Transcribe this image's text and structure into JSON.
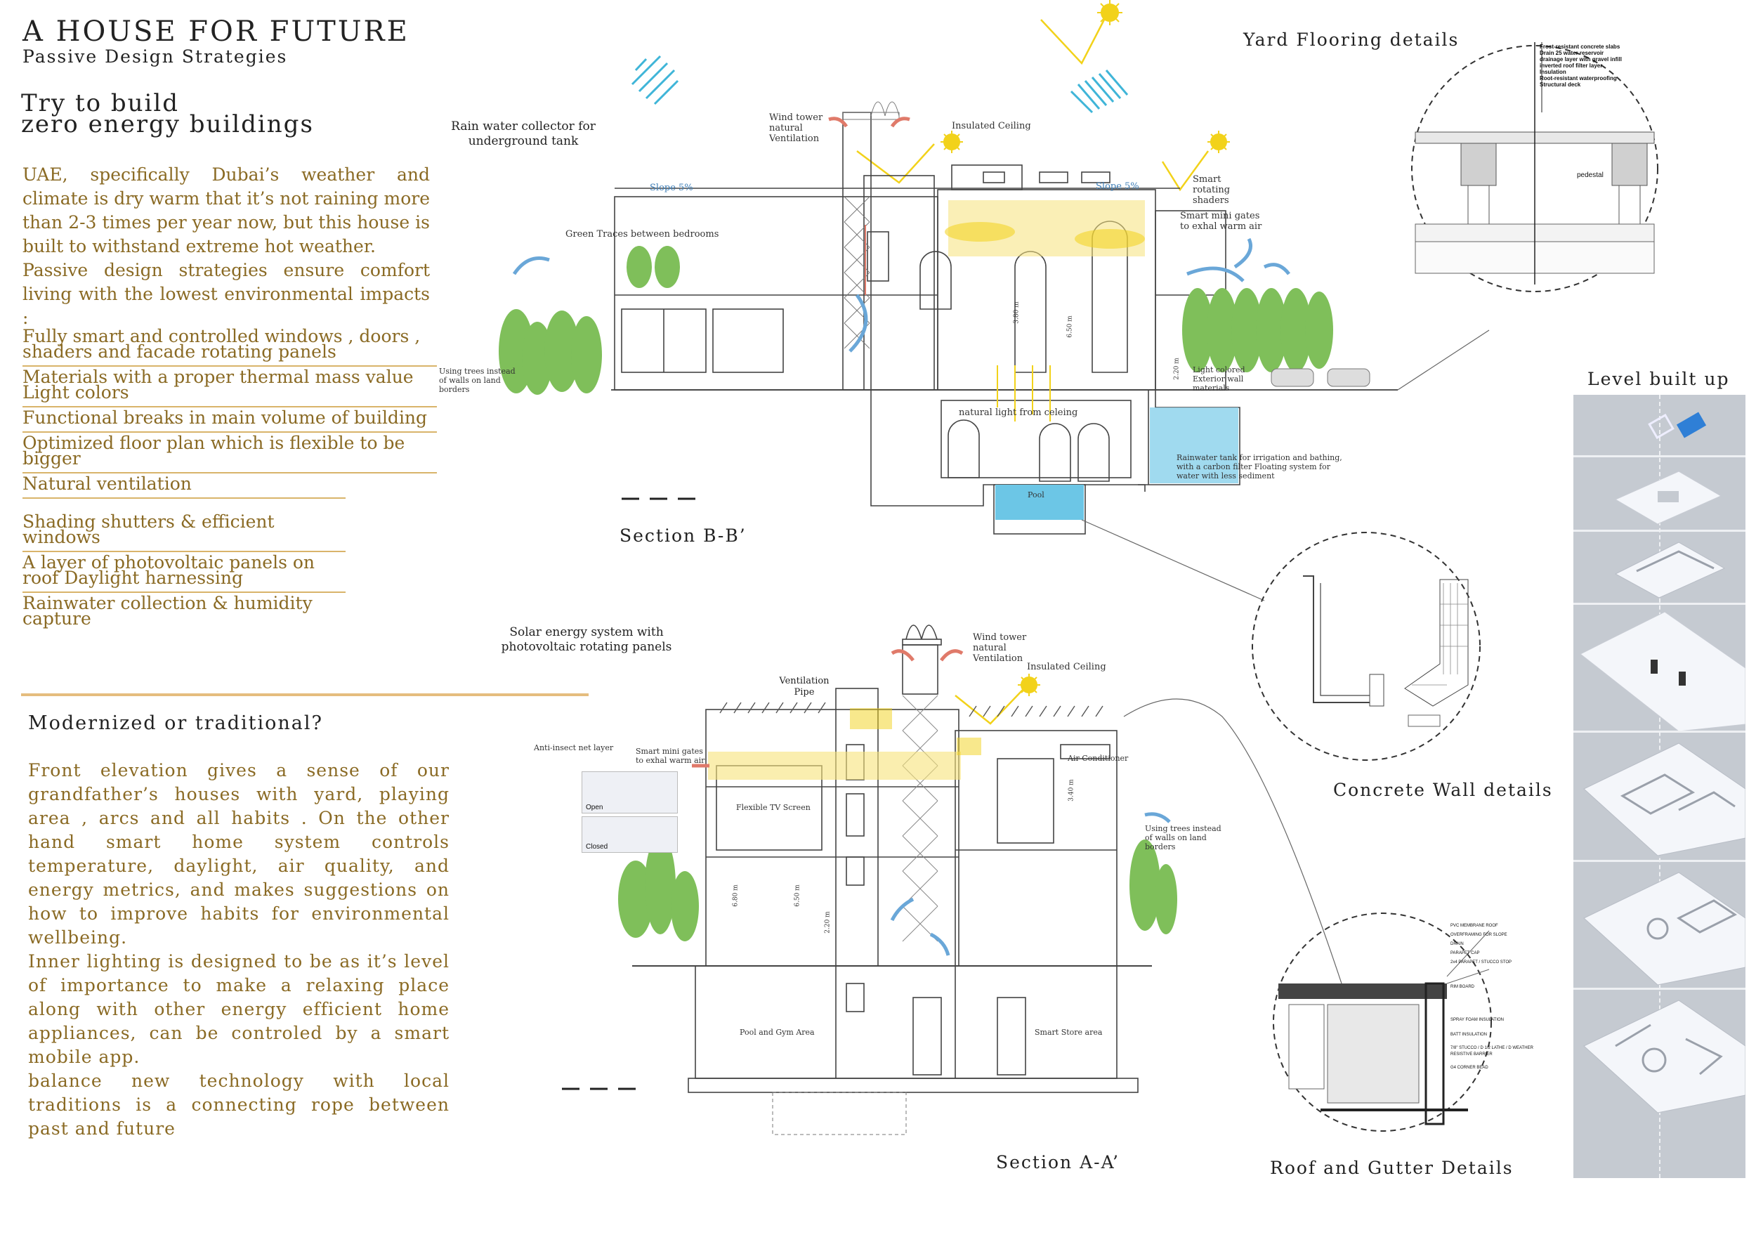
{
  "header": {
    "title": "A HOUSE FOR FUTURE",
    "subtitle": "Passive Design Strategies",
    "headline_1": "Try to build",
    "headline_2": "zero energy buildings"
  },
  "intro": {
    "p1": "UAE, specifically Dubai’s weather and climate is dry warm that it’s not raining more than 2-3 times per year now, but this house is built to withstand extreme hot weather.",
    "p2": "Passive design strategies ensure comfort living with the lowest environmental impacts :"
  },
  "strategies": [
    "Fully smart and controlled windows , doors , shaders and facade rotating panels",
    "Materials with a proper thermal mass value Light colors",
    "Functional breaks in main volume of building",
    "Optimized floor plan which is flexible to be bigger",
    "Natural ventilation",
    "Shading shutters & efficient windows",
    "A layer of photovoltaic panels on roof Daylight harnessing",
    "Rainwater collection & humidity capture"
  ],
  "question": "Modernized or traditional?",
  "essay": {
    "p1": "Front elevation gives a sense of our grandfather’s houses with yard, playing area , arcs and all habits . On the other hand smart home system controls temperature, daylight, air quality, and energy metrics, and makes suggestions on how to improve habits for environmental wellbeing.",
    "p2": "Inner lighting is designed to be as it’s level of importance to make a relaxing place along with other energy efficient home appliances, can be controled by a smart mobile app.",
    "p3": "balance new technology with local traditions is a connecting rope between past and future"
  },
  "section_bb": {
    "title": "Section B-B’",
    "rain_collector": "Rain water collector for underground tank",
    "wind_tower": "Wind tower natural Ventilation",
    "insulated_ceiling": "Insulated Ceiling",
    "slope_left": "Slope 5%",
    "slope_right": "Slope 5%",
    "smart_shaders": "Smart rotating shaders",
    "mini_gates": "Smart mini gates to exhal warm air",
    "green_traces": "Green Traces between bedrooms",
    "using_trees": "Using trees instead of walls on land borders",
    "light_colored": "Light colored Exterior wall materials",
    "natural_light": "natural light from celeing",
    "rain_tank": "Rainwater tank for irrigation and bathing, with a carbon filter Floating system for water with less sediment",
    "pool": "Pool",
    "dim_1": "3.80 m",
    "dim_2": "6.50 m",
    "dim_3": "2.20 m"
  },
  "section_aa": {
    "title": "Section A-A’",
    "solar": "Solar energy system with photovoltaic rotating panels",
    "ventilation_pipe": "Ventilation Pipe",
    "wind_tower": "Wind tower natural Ventilation",
    "insulated_ceiling": "Insulated Ceiling",
    "anti_insect": "Anti-insect net layer",
    "mini_gates": "Smart mini gates to exhal warm air",
    "open": "Open",
    "closed": "Closed",
    "tv_screen": "Flexible TV Screen",
    "air_conditioner": "Air Conditioner",
    "using_trees": "Using trees instead of walls on land borders",
    "pool_gym": "Pool and Gym Area",
    "smart_store": "Smart Store area",
    "dim_1": "6.80 m",
    "dim_2": "6.50 m",
    "dim_3": "2.20 m",
    "dim_4": "3.40 m"
  },
  "yard": {
    "title": "Yard Flooring details",
    "notes": [
      "Frost-resistant concrete slabs",
      "Drain   25 water reservoir",
      "drainage layer with gravel infill",
      "inverted roof filter layer",
      "Insulation",
      "Root-resistant waterproofing",
      "Structural deck"
    ],
    "pedestal": "pedestal"
  },
  "concrete_wall": {
    "title": "Concrete Wall details"
  },
  "roof_gutter": {
    "title": "Roof and Gutter Details",
    "notes": [
      "PVC MEMBRANE ROOF",
      "OVERFRAMING FOR SLOPE",
      "DRAIN",
      "PARAPET CAP",
      "2x4 PARAPET / STUCCO STOP",
      "RIM BOARD",
      "SPRAY FOAM INSULATION",
      "BATT INSULATION",
      "7/8\" STUCCO / D 1/2 LATHE / D WEATHER RESISTIVE BARRIER",
      "G4 CORNER BEAD"
    ]
  },
  "levels": {
    "title": "Level built up",
    "count": 6
  },
  "colors": {
    "accent_text": "#8a6a24",
    "rule": "#d9b46a",
    "sun": "#f2d21a",
    "light_beam": "#f6e27a",
    "water": "#8fd3ec",
    "air_cool": "#6aa7d8",
    "air_warm": "#e07a6a",
    "tree": "#7fbf5a"
  }
}
